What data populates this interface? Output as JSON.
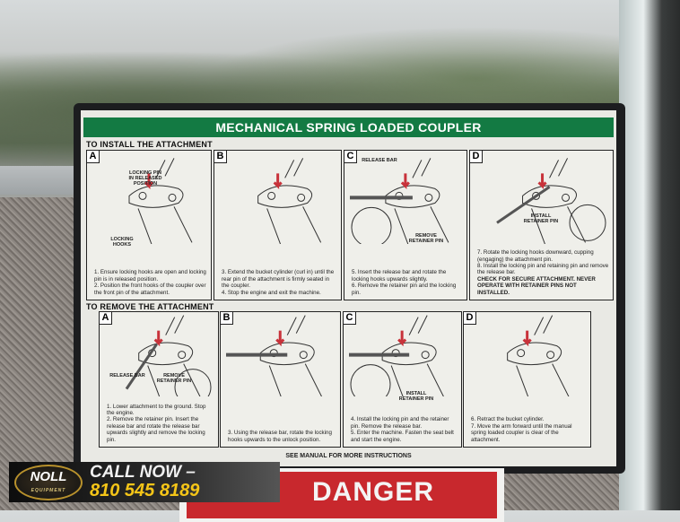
{
  "sign": {
    "title": "MECHANICAL SPRING LOADED COUPLER",
    "install_heading": "TO INSTALL THE ATTACHMENT",
    "remove_heading": "TO REMOVE THE ATTACHMENT",
    "footer": "SEE MANUAL FOR MORE INSTRUCTIONS",
    "install": [
      {
        "label": "A",
        "captions": [
          "LOCKING PIN IN RELEASED POSITION",
          "LOCKING HOOKS"
        ],
        "steps": [
          "1. Ensure locking hooks are open and locking pin is in released position.",
          "2. Position the front hooks of the coupler over the front pin of the attachment."
        ]
      },
      {
        "label": "B",
        "captions": [],
        "steps": [
          "3. Extend the bucket cylinder (curl in) until the rear pin of the attachment is firmly seated in the coupler.",
          "4. Stop the engine and exit the machine."
        ]
      },
      {
        "label": "C",
        "captions": [
          "RELEASE BAR",
          "REMOVE RETAINER PIN"
        ],
        "steps": [
          "5. Insert the release bar and rotate the locking hooks upwards slightly.",
          "6. Remove the retainer pin and the locking pin."
        ]
      },
      {
        "label": "D",
        "captions": [
          "INSTALL RETAINER PIN"
        ],
        "steps": [
          "7. Rotate the locking hooks downward, cupping (engaging) the attachment pin.",
          "8. Install the locking pin and retaining pin and remove the release bar."
        ],
        "warning": "CHECK FOR SECURE ATTACHMENT. NEVER OPERATE WITH RETAINER PINS NOT INSTALLED."
      }
    ],
    "remove": [
      {
        "label": "A",
        "captions": [
          "RELEASE BAR",
          "REMOVE RETAINER PIN"
        ],
        "steps": [
          "1. Lower attachment to the ground. Stop the engine.",
          "2. Remove the retainer pin. Insert the release bar and rotate the release bar upwards slightly and remove the locking pin."
        ]
      },
      {
        "label": "B",
        "captions": [],
        "steps": [
          "3. Using the release bar, rotate the locking hooks upwards to the unlock position."
        ]
      },
      {
        "label": "C",
        "captions": [
          "INSTALL RETAINER PIN"
        ],
        "steps": [
          "4. Install the locking pin and the retainer pin. Remove the release bar.",
          "5. Enter the machine. Fasten the seat belt and start the engine."
        ]
      },
      {
        "label": "D",
        "captions": [],
        "steps": [
          "6. Retract the bucket cylinder.",
          "7. Move the arm forward until the manual spring loaded coupler is clear of the attachment."
        ]
      }
    ]
  },
  "danger_sign": "DANGER",
  "banner": {
    "logo": "NOLL",
    "logo_sub": "EQUIPMENT",
    "call": "CALL NOW –",
    "phone": "810 545 8189"
  },
  "colors": {
    "header_green": "#137a43",
    "danger_red": "#c8282d",
    "arrow_red": "#c8323a",
    "phone_gold": "#f5c518"
  }
}
